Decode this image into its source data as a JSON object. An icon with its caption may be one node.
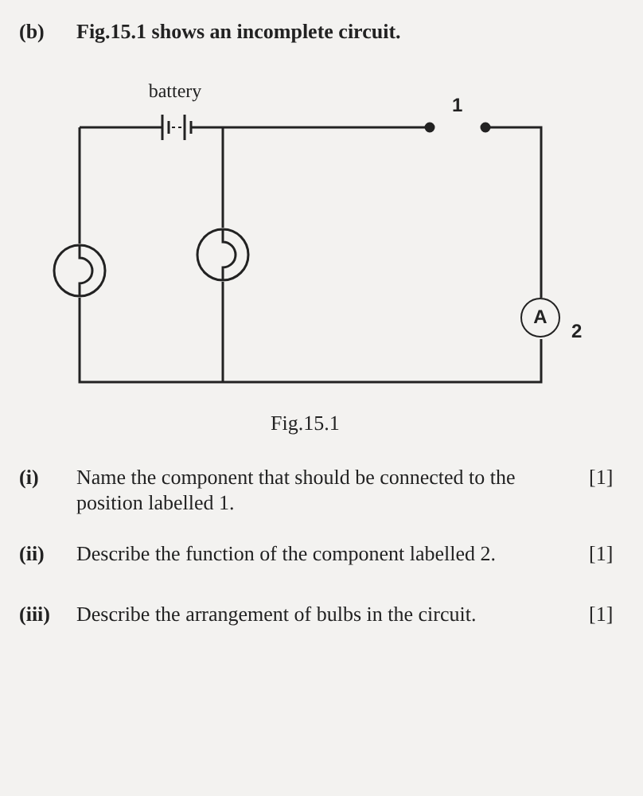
{
  "diagram": {
    "nodes": [
      {
        "text": [
          "battery"
        ]
      },
      {
        "text": [],
        "shape": "bulb"
      },
      {
        "text": [],
        "shape": "bulb"
      },
      {
        "text": [
          "A"
        ],
        "beside": [
          "2"
        ]
      }
    ],
    "labels": [
      "(b)",
      "Fig.15.1 shows an incomplete circuit.",
      "1",
      "Fig.15.1",
      "(i)",
      "Name the component that should be connected to the position labelled 1.",
      "[1]",
      "(ii)",
      "Describe the function of the component labelled 2.",
      "[1]",
      "(iii)",
      "Describe the arrangement of bulbs in the circuit.",
      "[1]"
    ]
  }
}
